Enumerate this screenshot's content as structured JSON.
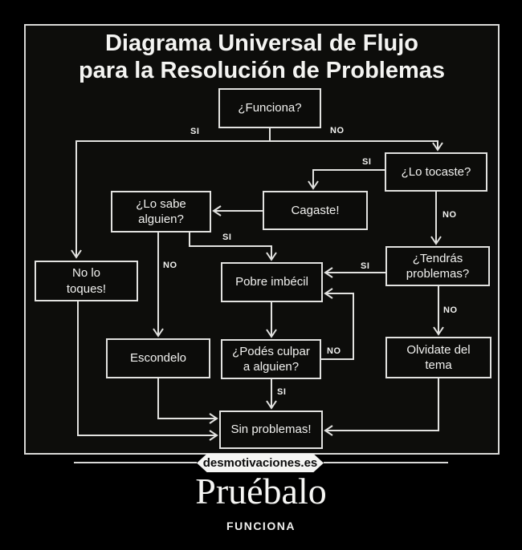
{
  "poster": {
    "title_line1": "Diagrama Universal de Flujo",
    "title_line2": "para la Resolución de Problemas",
    "watermark": "desmotivaciones.es",
    "caption": "Pruébalo",
    "subcaption": "FUNCIONA"
  },
  "flowchart": {
    "nodes": {
      "funciona": {
        "text": "¿Funciona?"
      },
      "lo_tocaste": {
        "text": "¿Lo tocaste?"
      },
      "cagaste": {
        "text": "Cagaste!"
      },
      "lo_sabe": {
        "text": "¿Lo sabe\nalguien?"
      },
      "no_lo_toques": {
        "text": "No lo\ntoques!"
      },
      "tendras": {
        "text": "¿Tendrás\nproblemas?"
      },
      "pobre_imbecil": {
        "text": "Pobre imbécil"
      },
      "escondelo": {
        "text": "Escondelo"
      },
      "podes_culpar": {
        "text": "¿Podés culpar\na alguien?"
      },
      "olvidate": {
        "text": "Olvidate del\ntema"
      },
      "sin_problemas": {
        "text": "Sin problemas!"
      }
    },
    "edges": [
      {
        "from": "funciona",
        "to": "no_lo_toques",
        "label": "SI"
      },
      {
        "from": "funciona",
        "to": "lo_tocaste",
        "label": "NO"
      },
      {
        "from": "lo_tocaste",
        "to": "cagaste",
        "label": "SI"
      },
      {
        "from": "lo_tocaste",
        "to": "tendras",
        "label": "NO"
      },
      {
        "from": "cagaste",
        "to": "lo_sabe",
        "label": ""
      },
      {
        "from": "lo_sabe",
        "to": "pobre_imbecil",
        "label": "SI"
      },
      {
        "from": "lo_sabe",
        "to": "escondelo",
        "label": "NO"
      },
      {
        "from": "tendras",
        "to": "pobre_imbecil",
        "label": "SI"
      },
      {
        "from": "tendras",
        "to": "olvidate",
        "label": "NO"
      },
      {
        "from": "pobre_imbecil",
        "to": "podes_culpar",
        "label": ""
      },
      {
        "from": "podes_culpar",
        "to": "pobre_imbecil",
        "label": "NO"
      },
      {
        "from": "podes_culpar",
        "to": "sin_problemas",
        "label": "SI"
      },
      {
        "from": "escondelo",
        "to": "sin_problemas",
        "label": ""
      },
      {
        "from": "no_lo_toques",
        "to": "sin_problemas",
        "label": ""
      },
      {
        "from": "olvidate",
        "to": "sin_problemas",
        "label": ""
      }
    ]
  },
  "colors": {
    "background": "#000000",
    "panel": "#0d0d0b",
    "line": "#e2e2e0",
    "text": "#f1f1ef",
    "watermark_bg": "#f5f5f3",
    "watermark_text": "#0b0b0b"
  }
}
